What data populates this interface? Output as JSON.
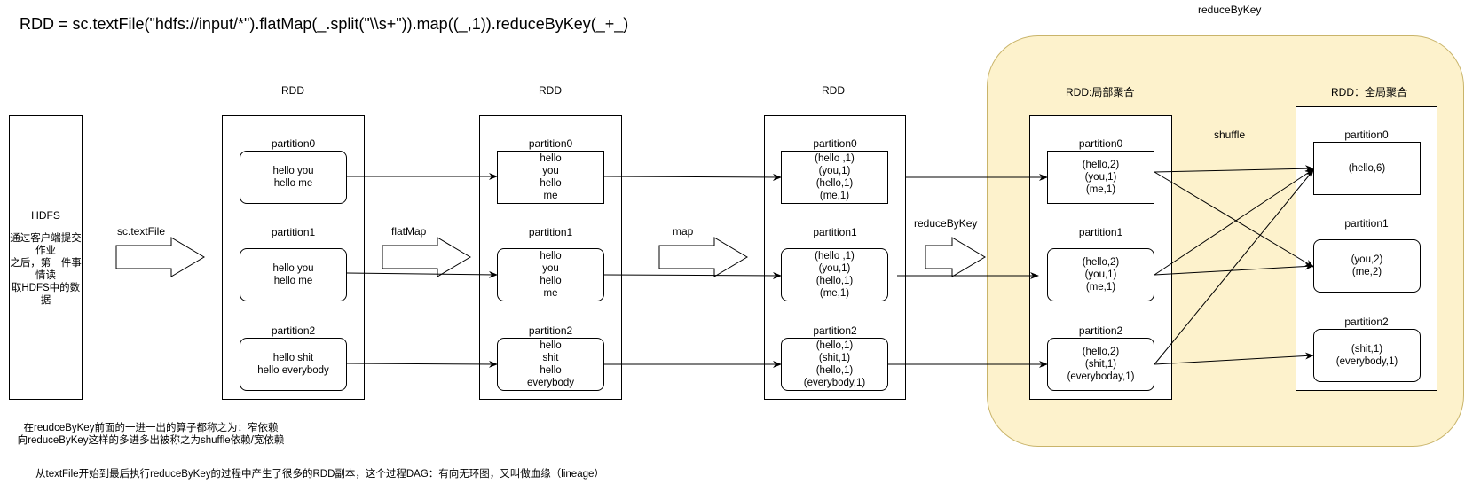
{
  "title": "RDD = sc.textFile(\"hdfs://input/*\").flatMap(_.split(\"\\\\s+\")).map((_,1)).reduceByKey(_+_)",
  "reduce_group_label": "reduceByKey",
  "hdfs": {
    "title": "HDFS",
    "desc": [
      "通过客户端提交作业",
      "之后，第一件事情读",
      "取HDFS中的数据"
    ]
  },
  "ops": {
    "textfile": "sc.textFile",
    "flatmap": "flatMap",
    "map": "map",
    "reducebykey": "reduceByKey",
    "shuffle": "shuffle"
  },
  "rdds": [
    {
      "label": "RDD",
      "partitions": [
        {
          "name": "partition0",
          "lines": [
            "hello you",
            "hello me"
          ]
        },
        {
          "name": "partition1",
          "lines": [
            "hello you",
            "hello me"
          ]
        },
        {
          "name": "partition2",
          "lines": [
            "hello shit",
            "hello everybody"
          ]
        }
      ]
    },
    {
      "label": "RDD",
      "partitions": [
        {
          "name": "partition0",
          "lines": [
            "hello",
            "you",
            "hello",
            "me"
          ]
        },
        {
          "name": "partition1",
          "lines": [
            "hello",
            "you",
            "hello",
            "me"
          ]
        },
        {
          "name": "partition2",
          "lines": [
            "hello",
            "shit",
            "hello",
            "everybody"
          ]
        }
      ]
    },
    {
      "label": "RDD",
      "partitions": [
        {
          "name": "partition0",
          "lines": [
            "(hello ,1)",
            "(you,1)",
            "(hello,1)",
            "(me,1)"
          ]
        },
        {
          "name": "partition1",
          "lines": [
            "(hello ,1)",
            "(you,1)",
            "(hello,1)",
            "(me,1)"
          ]
        },
        {
          "name": "partition2",
          "lines": [
            "(hello,1)",
            "(shit,1)",
            "(hello,1)",
            "(everybody,1)"
          ]
        }
      ]
    },
    {
      "label": "RDD:局部聚合",
      "partitions": [
        {
          "name": "partition0",
          "lines": [
            "(hello,2)",
            "(you,1)",
            "(me,1)"
          ]
        },
        {
          "name": "partition1",
          "lines": [
            "(hello,2)",
            "(you,1)",
            "(me,1)"
          ]
        },
        {
          "name": "partition2",
          "lines": [
            "(hello,2)",
            "(shit,1)",
            "(everyboday,1)"
          ]
        }
      ]
    },
    {
      "label": "RDD：全局聚合",
      "partitions": [
        {
          "name": "partition0",
          "lines": [
            "(hello,6)"
          ]
        },
        {
          "name": "partition1",
          "lines": [
            "(you,2)",
            "(me,2)"
          ]
        },
        {
          "name": "partition2",
          "lines": [
            "(shit,1)",
            "(everybody,1)"
          ]
        }
      ]
    }
  ],
  "notes": {
    "narrow": [
      "在reudceByKey前面的一进一出的算子都称之为：窄依赖",
      "向reduceByKey这样的多进多出被称之为shuffle依赖/宽依赖"
    ],
    "dag": "从textFile开始到最后执行reduceByKey的过程中产生了很多的RDD副本，这个过程DAG：有向无环图，又叫做血缘（lineage）"
  },
  "colors": {
    "reduce_group_fill": "#fdf2cc",
    "reduce_group_border": "#c9b46a"
  }
}
